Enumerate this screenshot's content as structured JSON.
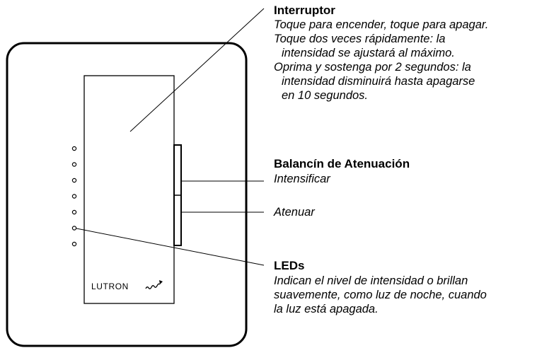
{
  "device": {
    "brand": "LUTRON",
    "led_count": 7
  },
  "callouts": {
    "switch": {
      "title": "Interruptor",
      "line1": "Toque para encender, toque para apagar.",
      "line2": "Toque dos veces rápidamente: la",
      "line3": "intensidad se ajustará al máximo.",
      "line4": "Oprima y sostenga por 2 segundos: la",
      "line5": "intensidad disminuirá hasta apagarse",
      "line6": "en 10 segundos."
    },
    "rocker": {
      "title": "Balancín de Atenuación",
      "up": "Intensificar",
      "down": "Atenuar"
    },
    "leds": {
      "title": "LEDs",
      "line1": "Indican el nivel de intensidad o brillan",
      "line2": "suavemente, como luz de noche, cuando",
      "line3": "la luz está apagada."
    }
  }
}
